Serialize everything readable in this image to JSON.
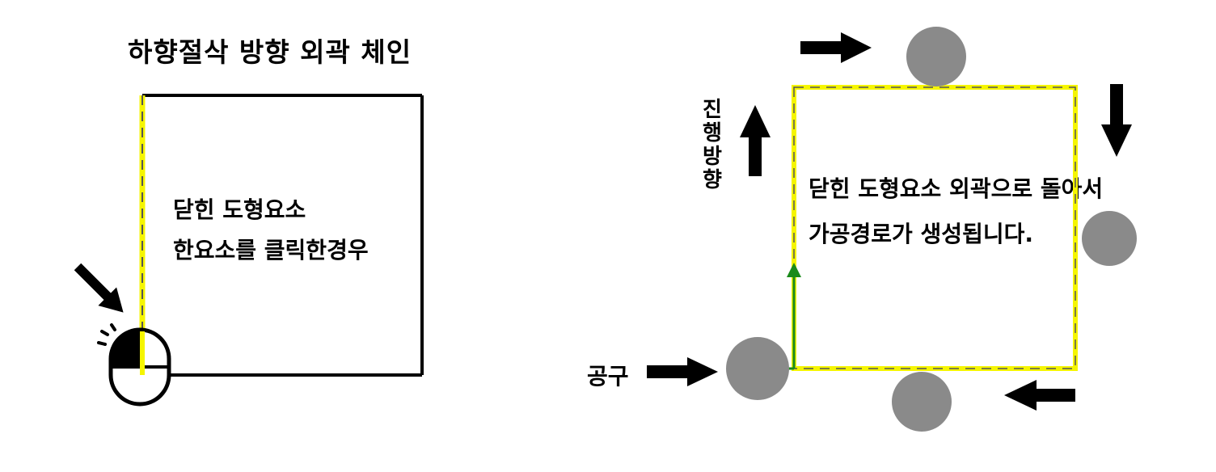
{
  "left_panel": {
    "title": "하향절삭 방향 외곽 체인",
    "caption_line1": "닫힌 도형요소",
    "caption_line2": "한요소를 클릭한경우",
    "mouse_icon": "mouse-left-click-icon",
    "pointer_icon": "pointer-arrow-icon"
  },
  "right_panel": {
    "caption_line1": "닫힌 도형요소 외곽으로 돌아서",
    "caption_line2": "가공경로가 생성됩니다.",
    "tool_label": "공구",
    "direction_label_chars": [
      "진",
      "행",
      "방",
      "향"
    ],
    "tool_icon": "tool-circle-icon",
    "arrow_icon": "direction-arrow-icon"
  },
  "colors": {
    "outline": "#000000",
    "highlight": "#f5f500",
    "tool": "#8a8a8a",
    "lead_path": "#1a8a1a",
    "dash": "#555555"
  }
}
